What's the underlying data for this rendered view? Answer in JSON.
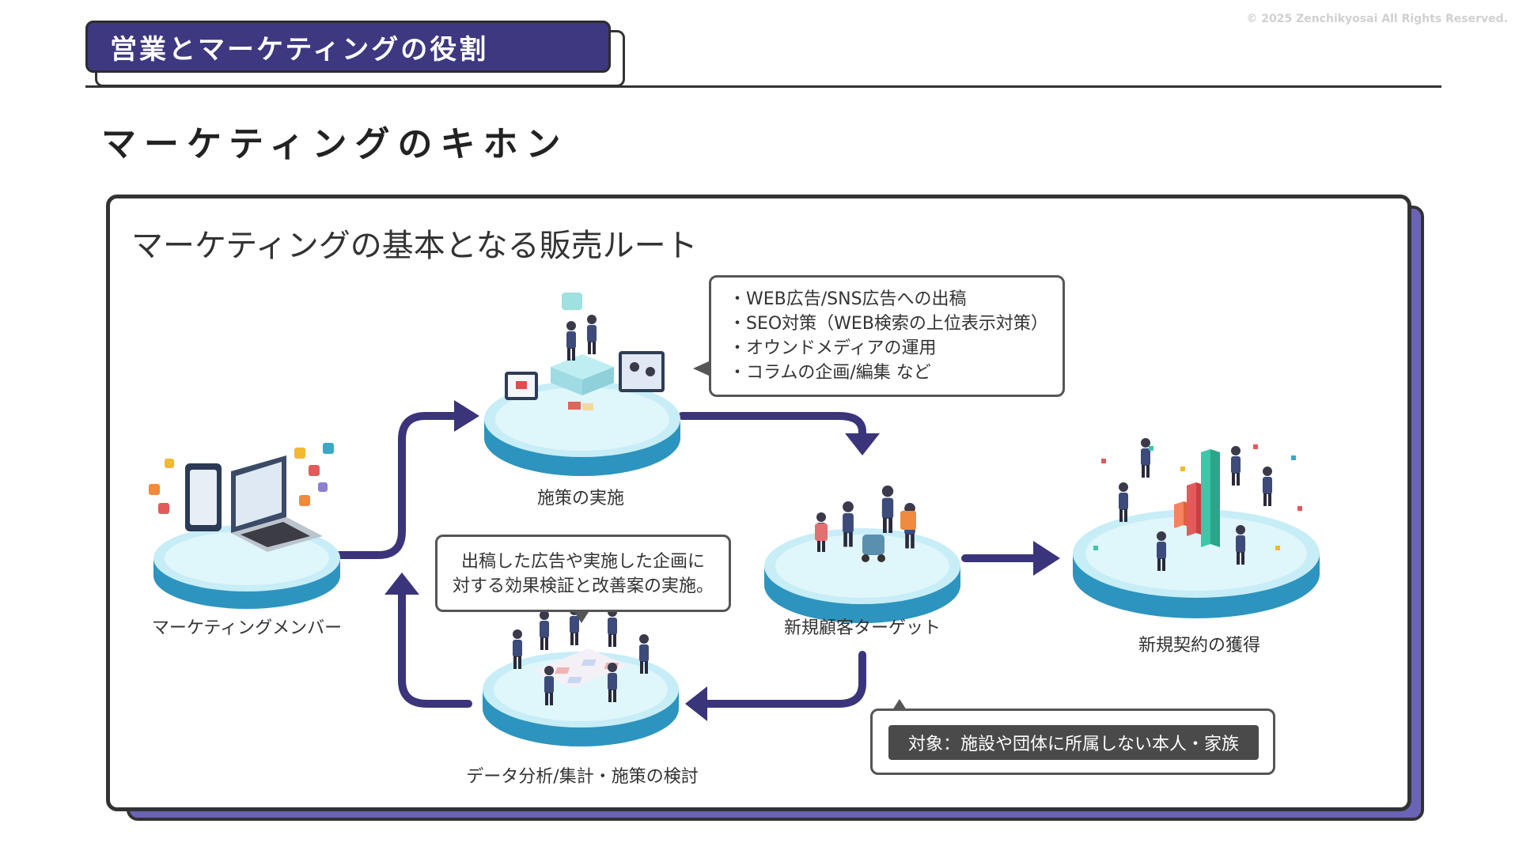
{
  "copyright": "© 2025 Zenchikyosai All Rights Reserved.",
  "header": {
    "tag_title": "営業とマーケティングの役割",
    "section_title": "マーケティングのキホン"
  },
  "panel": {
    "title": "マーケティングの基本となる販売ルート",
    "nodes": {
      "members": "マーケティングメンバー",
      "execution": "施策の実施",
      "target": "新規顧客ターゲット",
      "contract": "新規契約の獲得",
      "analysis": "データ分析/集計・施策の検討"
    },
    "callouts": {
      "measures": [
        "・WEB広告/SNS広告への出稿",
        "・SEO対策（WEB検索の上位表示対策）",
        "・オウンドメディアの運用",
        "・コラムの企画/編集 など"
      ],
      "verification": [
        "出稿した広告や実施した企画に",
        "対する効果検証と改善案の実施。"
      ],
      "target_scope": "対象：施設や団体に所属しない本人・家族"
    }
  },
  "colors": {
    "accent": "#3d3880",
    "panel_shadow": "#6b63b5",
    "platform_top": "#c7edf7",
    "platform_side": "#2c94bf",
    "arrow": "#3a357a"
  }
}
